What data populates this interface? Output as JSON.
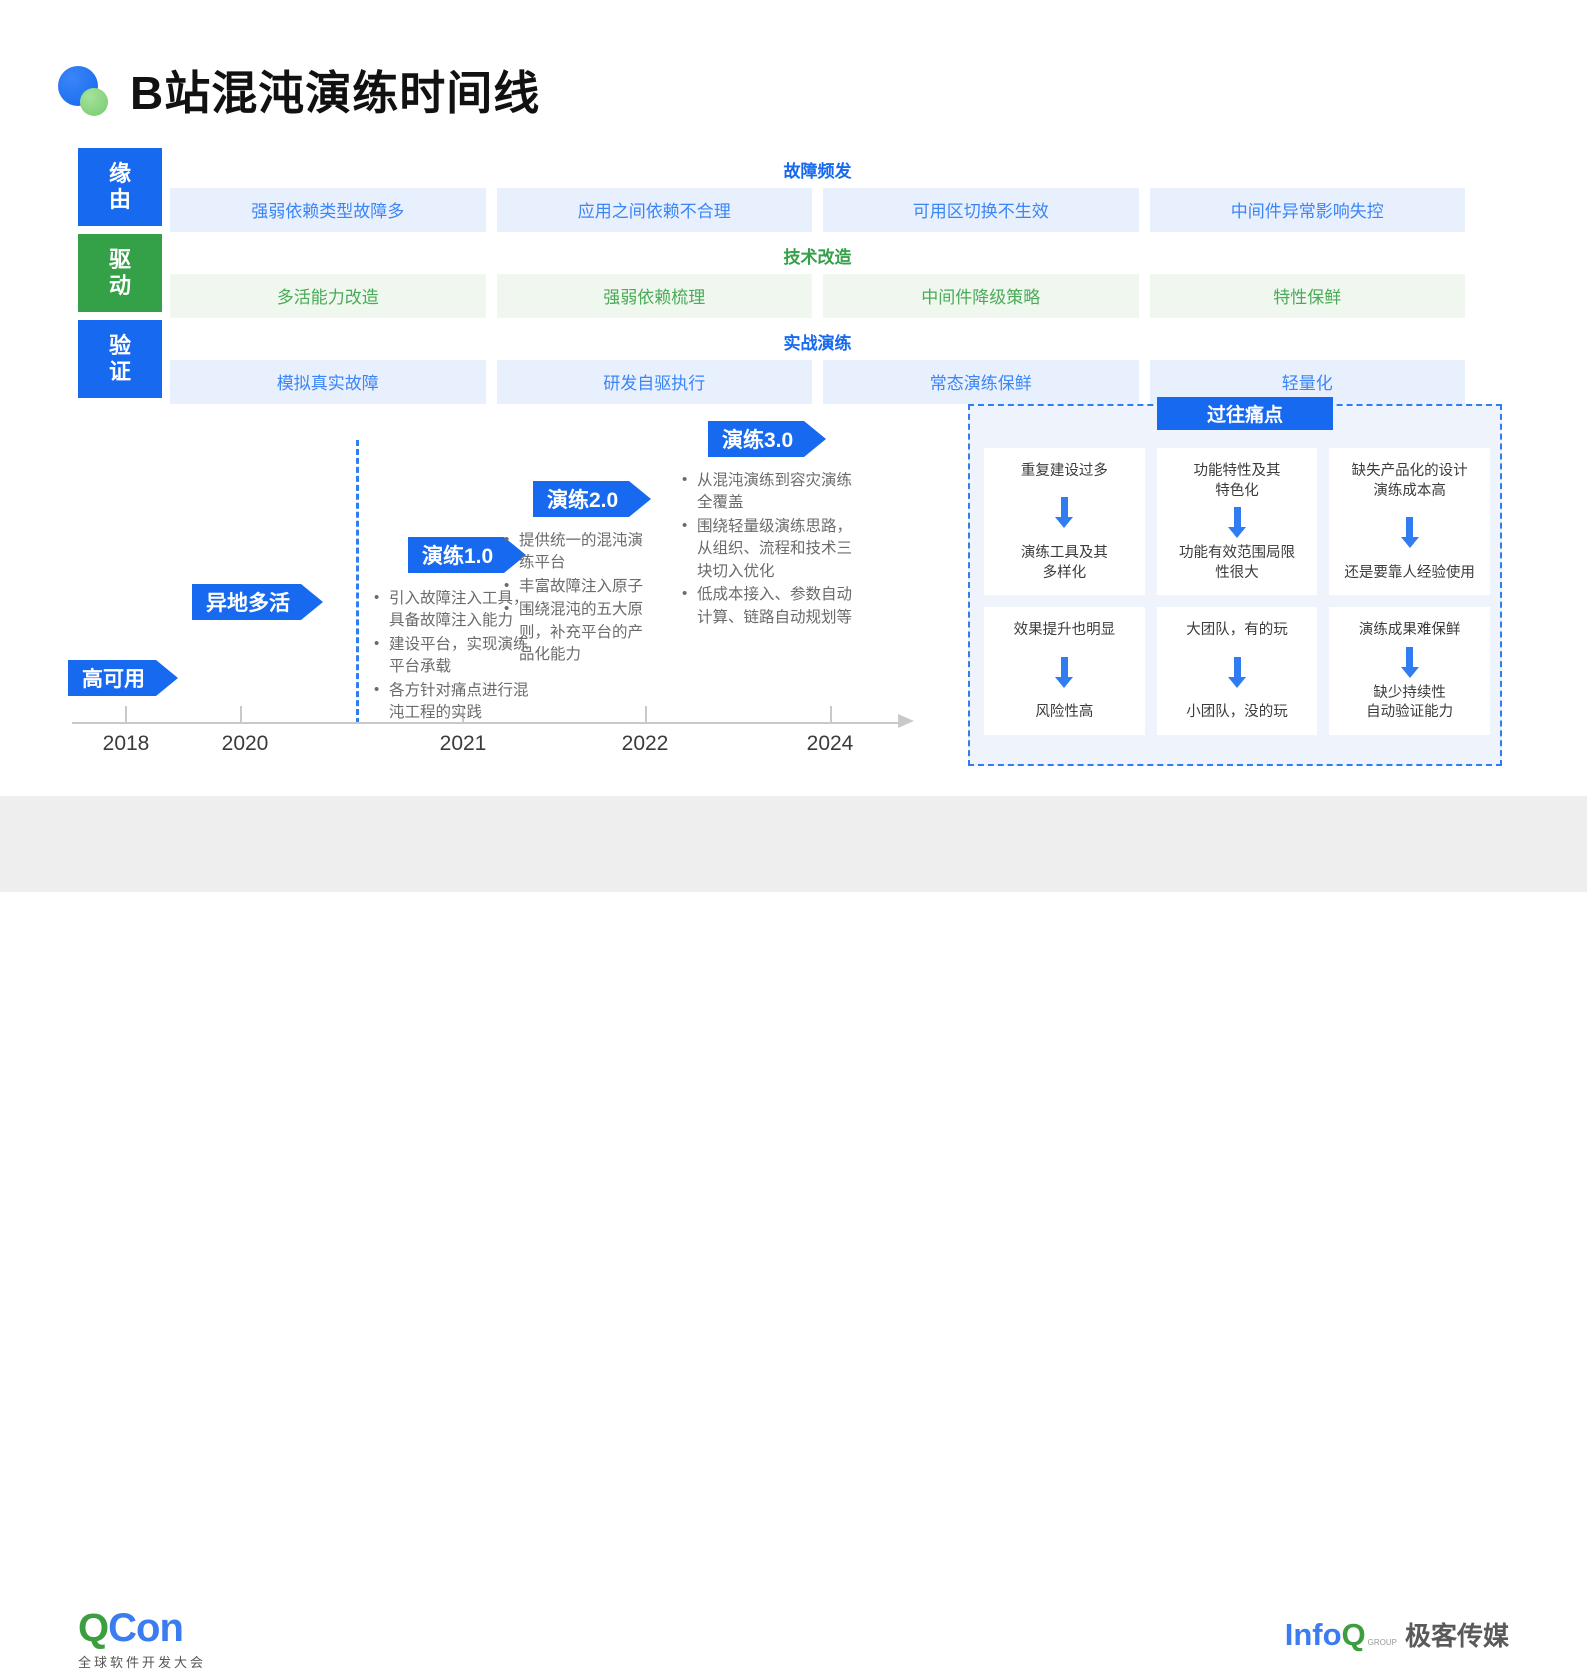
{
  "title": {
    "text": "B站混沌演练时间线",
    "logo_icon": "bilibili-dual-circle-logo"
  },
  "matrix": [
    {
      "label": "缘由",
      "label_color": "#1769f0",
      "heading": "故障频发",
      "heading_color": "#1769f0",
      "theme": "blue",
      "cells": [
        "强弱依赖类型故障多",
        "应用之间依赖不合理",
        "可用区切换不生效",
        "中间件异常影响失控"
      ]
    },
    {
      "label": "驱动",
      "label_color": "#34a047",
      "heading": "技术改造",
      "heading_color": "#34a047",
      "theme": "green",
      "cells": [
        "多活能力改造",
        "强弱依赖梳理",
        "中间件降级策略",
        "特性保鲜"
      ]
    },
    {
      "label": "验证",
      "label_color": "#1769f0",
      "heading": "实战演练",
      "heading_color": "#1769f0",
      "theme": "blue",
      "cells": [
        "模拟真实故障",
        "研发自驱执行",
        "常态演练保鲜",
        "轻量化"
      ]
    }
  ],
  "timeline": {
    "years": [
      "2018",
      "2020",
      "2021",
      "2022",
      "2024"
    ],
    "milestones": [
      {
        "flag": "高可用",
        "bullets": []
      },
      {
        "flag": "异地多活",
        "bullets": []
      },
      {
        "flag": "演练1.0",
        "bullets": [
          "引入故障注入工具，具备故障注入能力",
          "建设平台，实现演练平台承载",
          "各方针对痛点进行混沌工程的实践"
        ]
      },
      {
        "flag": "演练2.0",
        "bullets": [
          "提供统一的混沌演练平台",
          "丰富故障注入原子",
          "围绕混沌的五大原则，补充平台的产品化能力"
        ]
      },
      {
        "flag": "演练3.0",
        "bullets": [
          "从混沌演练到容灾演练全覆盖",
          "围绕轻量级演练思路，从组织、流程和技术三块切入优化",
          "低成本接入、参数自动计算、链路自动规划等"
        ]
      }
    ]
  },
  "painpoints": {
    "title": "过往痛点",
    "cards": [
      {
        "top": "重复建设过多",
        "bottom": "演练工具及其\n多样化"
      },
      {
        "top": "功能特性及其\n特色化",
        "bottom": "功能有效范围局限\n性很大"
      },
      {
        "top": "缺失产品化的设计\n演练成本高",
        "bottom": "还是要靠人经验使用"
      },
      {
        "top": "效果提升也明显",
        "bottom": "风险性高"
      },
      {
        "top": "大团队，有的玩",
        "bottom": "小团队，没的玩"
      },
      {
        "top": "演练成果难保鲜",
        "bottom": "缺少持续性\n自动验证能力"
      }
    ]
  },
  "footer": {
    "qcon_q": "Q",
    "qcon_con": "Con",
    "qcon_sub": "全球软件开发大会",
    "infoq_info": "Info",
    "infoq_q": "Q",
    "infoq_tiny": "GROUP",
    "infoq_cn": "极客传媒"
  },
  "colors": {
    "brand_blue": "#1769f0",
    "brand_green": "#34a047",
    "cell_blue_bg": "#e8effd",
    "cell_green_bg": "#eff7ef",
    "panel_bg": "#eef3fc",
    "footer_bg": "#eeeeee"
  }
}
